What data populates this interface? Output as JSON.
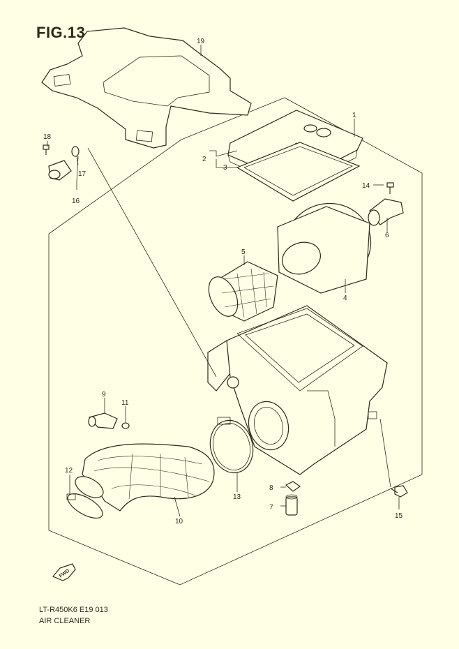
{
  "figure": {
    "title": "FIG.13",
    "model_code": "LT-R450K6 E19  013",
    "caption": "AIR CLEANER",
    "fwd_label": "FWD"
  },
  "callouts": {
    "c1": "1",
    "c2": "2",
    "c3": "3",
    "c4": "4",
    "c5": "5",
    "c6": "6",
    "c7": "7",
    "c8": "8",
    "c9": "9",
    "c10": "10",
    "c11": "11",
    "c12": "12",
    "c13": "13",
    "c14": "14",
    "c15": "15",
    "c16": "16",
    "c17": "17",
    "c18": "18",
    "c19": "19"
  },
  "colors": {
    "background": "#ffffe6",
    "ink": "#2a2a1a"
  }
}
